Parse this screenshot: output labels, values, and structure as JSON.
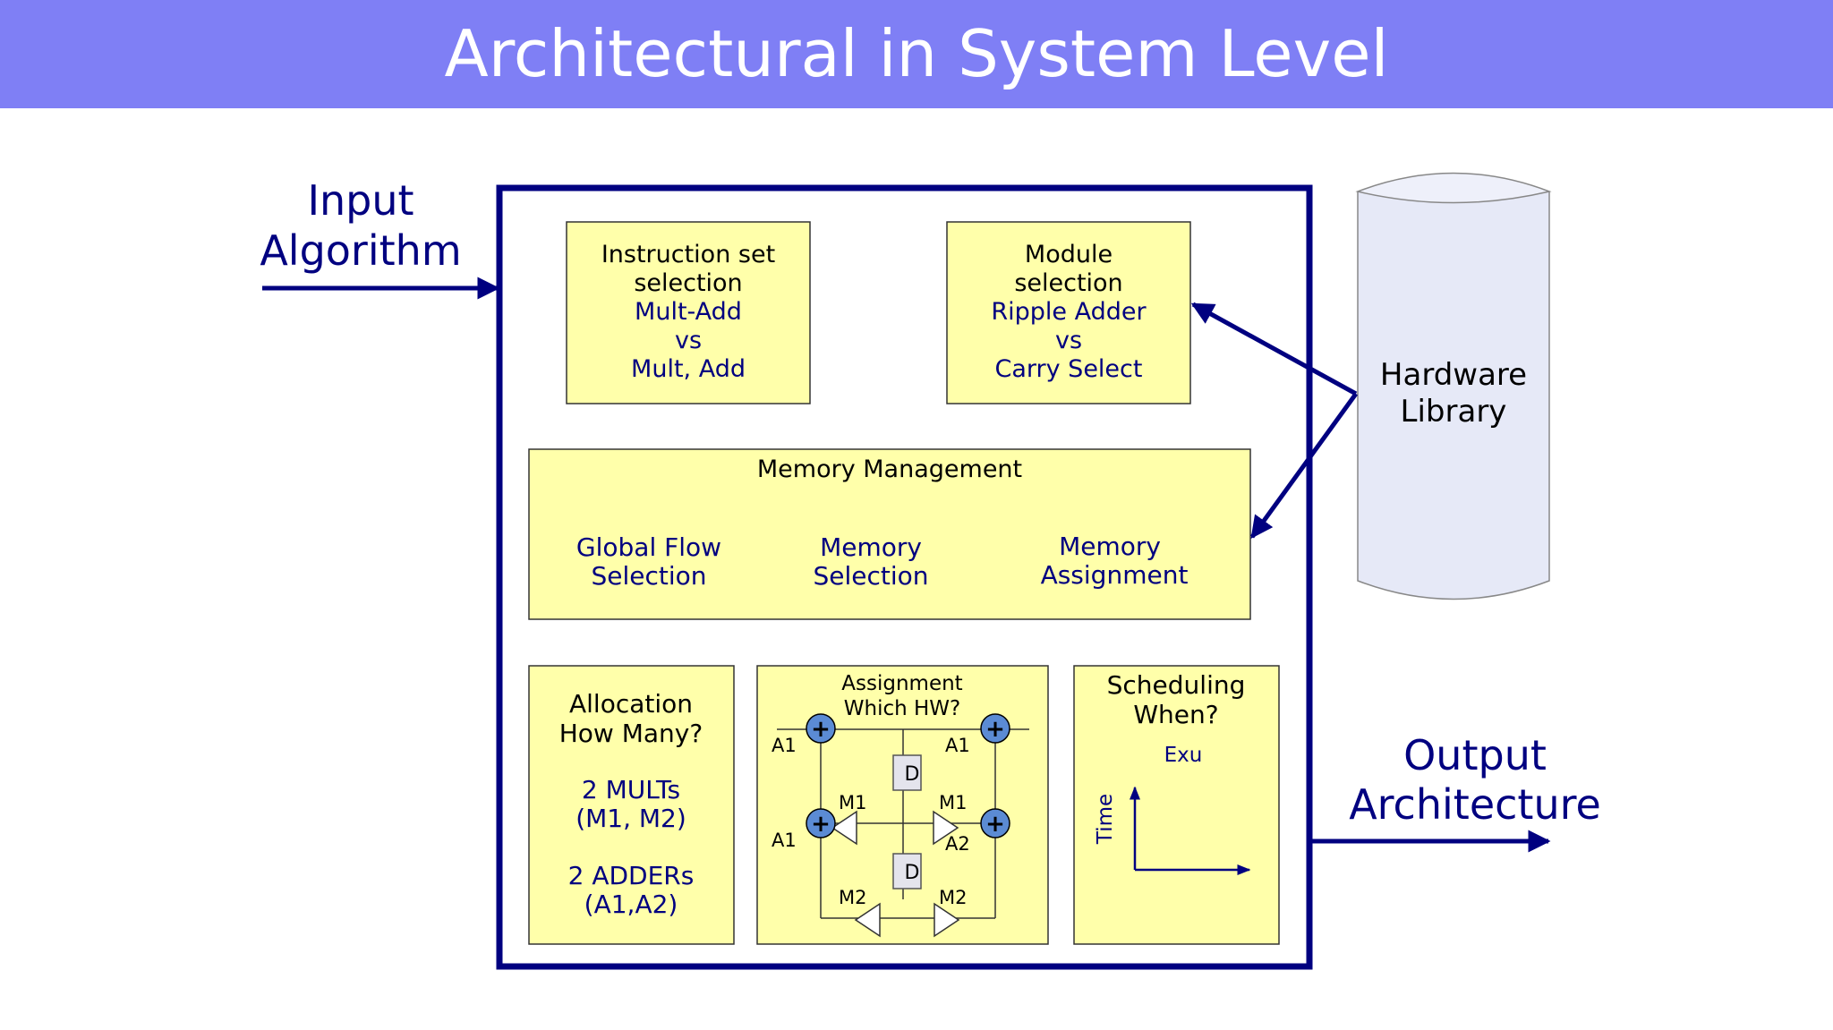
{
  "slide": {
    "title": "Architectural in System Level",
    "colors": {
      "title_bar": "#7f7ff5",
      "box_fill": "#ffffaa",
      "frame": "#000080",
      "node_fill": "#5b8bd4",
      "cylinder_fill": "#e6e9f7"
    }
  },
  "input": {
    "line1": "Input",
    "line2": "Algorithm"
  },
  "output": {
    "line1": "Output",
    "line2": "Architecture"
  },
  "hardware_library": {
    "line1": "Hardware",
    "line2": "Library"
  },
  "instruction_set": {
    "line1": "Instruction set",
    "line2": "selection",
    "line3": "Mult-Add",
    "line4": "vs",
    "line5": "Mult, Add"
  },
  "module_selection": {
    "line1": "Module",
    "line2": "selection",
    "line3": "Ripple Adder",
    "line4": "vs",
    "line5": "Carry Select"
  },
  "memory": {
    "title": "Memory Management",
    "global_flow": [
      "Global Flow",
      "Selection"
    ],
    "memory_selection": [
      "Memory",
      "Selection"
    ],
    "memory_assignment": [
      "Memory",
      "Assignment"
    ]
  },
  "allocation": {
    "line1": "Allocation",
    "line2": "How Many?",
    "line3": "2 MULTs",
    "line4": "(M1, M2)",
    "line5": "2 ADDERs",
    "line6": "(A1,A2)"
  },
  "assignment": {
    "line1": "Assignment",
    "line2": "Which HW?",
    "plus": "+",
    "delay": "D",
    "labels": {
      "a1": "A1",
      "a2": "A2",
      "m1": "M1",
      "m2": "M2"
    }
  },
  "scheduling": {
    "line1": "Scheduling",
    "line2": "When?",
    "exu": "Exu",
    "time": "Time"
  }
}
